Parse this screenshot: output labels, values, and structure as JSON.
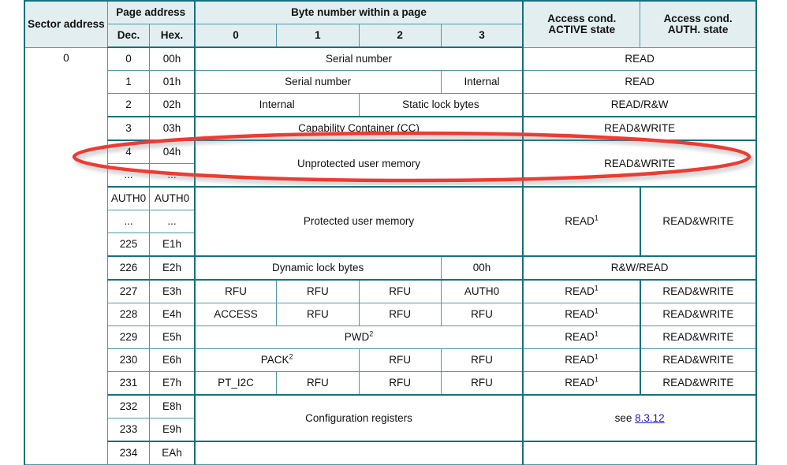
{
  "table": {
    "headers": {
      "sector_address": "Sector address",
      "page_address": "Page address",
      "dec": "Dec.",
      "hex": "Hex.",
      "byte_number": "Byte number within a page",
      "byte0": "0",
      "byte1": "1",
      "byte2": "2",
      "byte3": "3",
      "access_active": "Access cond. ACTIVE state",
      "access_active_l1": "Access cond.",
      "access_active_l2": "ACTIVE state",
      "access_auth": "Access cond. AUTH. state",
      "access_auth_l1": "Access cond.",
      "access_auth_l2": "AUTH. state"
    },
    "sector": "0",
    "rows": [
      {
        "dec": "0",
        "hex": "00h",
        "content": "Serial number",
        "active": "READ",
        "auth": ""
      },
      {
        "dec": "1",
        "hex": "01h",
        "content": "Serial number",
        "content_b3": "Internal",
        "active": "READ",
        "auth": ""
      },
      {
        "dec": "2",
        "hex": "02h",
        "content": "Internal",
        "content_b23": "Static lock bytes",
        "active": "READ/R&W",
        "auth": ""
      },
      {
        "dec": "3",
        "hex": "03h",
        "content": "Capability Container (CC)",
        "active": "READ&WRITE",
        "auth": ""
      },
      {
        "dec": "4",
        "hex": "04h",
        "content": "Unprotected user memory",
        "active": "READ&WRITE",
        "auth": ""
      },
      {
        "dec": "...",
        "hex": "..."
      },
      {
        "dec": "AUTH0",
        "hex": "AUTH0",
        "content": "Protected user memory",
        "active": "READ",
        "active_sup": "1",
        "auth": "READ&WRITE"
      },
      {
        "dec": "...",
        "hex": "..."
      },
      {
        "dec": "225",
        "hex": "E1h"
      },
      {
        "dec": "226",
        "hex": "E2h",
        "content": "Dynamic lock bytes",
        "content_b3": "00h",
        "active": "R&W/READ",
        "auth": ""
      },
      {
        "dec": "227",
        "hex": "E3h",
        "b0": "RFU",
        "b1": "RFU",
        "b2": "RFU",
        "b3": "AUTH0",
        "active": "READ",
        "active_sup": "1",
        "auth": "READ&WRITE"
      },
      {
        "dec": "228",
        "hex": "E4h",
        "b0": "ACCESS",
        "b1": "RFU",
        "b2": "RFU",
        "b3": "RFU",
        "active": "READ",
        "active_sup": "1",
        "auth": "READ&WRITE"
      },
      {
        "dec": "229",
        "hex": "E5h",
        "content": "PWD",
        "content_sup": "2",
        "active": "READ",
        "active_sup": "1",
        "auth": "READ&WRITE"
      },
      {
        "dec": "230",
        "hex": "E6h",
        "b01": "PACK",
        "b01_sup": "2",
        "b2": "RFU",
        "b3": "RFU",
        "active": "READ",
        "active_sup": "1",
        "auth": "READ&WRITE"
      },
      {
        "dec": "231",
        "hex": "E7h",
        "b0": "PT_I2C",
        "b1": "RFU",
        "b2": "RFU",
        "b3": "RFU",
        "active": "READ",
        "active_sup": "1",
        "auth": "READ&WRITE"
      },
      {
        "dec": "232",
        "hex": "E8h",
        "content": "Configuration registers",
        "active_prefix": "see ",
        "active_link": "8.3.12"
      },
      {
        "dec": "233",
        "hex": "E9h"
      },
      {
        "dec": "234",
        "hex": "EAh"
      }
    ]
  },
  "annotation": {
    "shape": "ellipse",
    "color": "#ee3b32",
    "target": "Unprotected user memory rows (page 04h and following)"
  }
}
